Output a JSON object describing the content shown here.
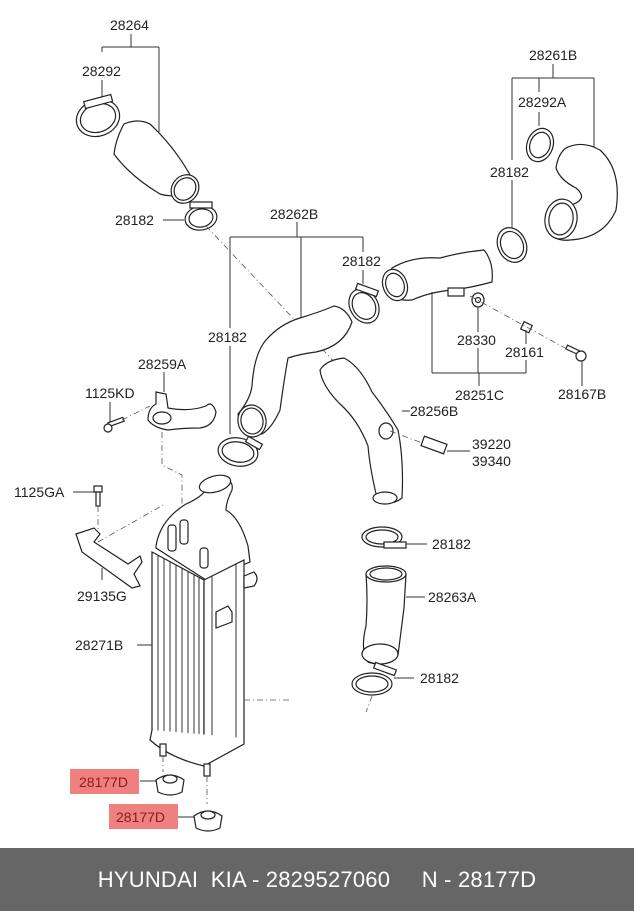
{
  "diagram": {
    "labels": {
      "l28264": "28264",
      "l28292": "28292",
      "l28182_top": "28182",
      "l28261B": "28261B",
      "l28292A": "28292A",
      "l28182_right": "28182",
      "l28262B": "28262B",
      "l28182_mid": "28182",
      "l28182_left": "28182",
      "l28330": "28330",
      "l28161": "28161",
      "l28251C": "28251C",
      "l28167B": "28167B",
      "l28259A": "28259A",
      "l1125KD": "1125KD",
      "l28256B": "28256B",
      "l39220": "39220",
      "l39340": "39340",
      "l1125GA": "1125GA",
      "l28182_lower1": "28182",
      "l29135G": "29135G",
      "l28263A": "28263A",
      "l28271B": "28271B",
      "l28182_lower2": "28182",
      "l28177D_a": "28177D",
      "l28177D_b": "28177D"
    },
    "highlight_color": "#f08080"
  },
  "footer": {
    "text": "HYUNDAI  KIA - 2829527060     N - 28177D",
    "background": "#666666"
  }
}
